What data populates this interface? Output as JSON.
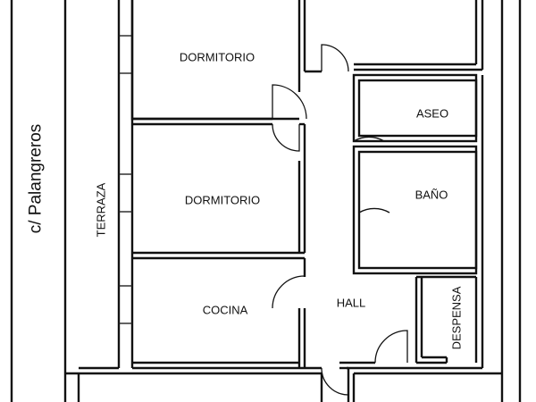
{
  "plan": {
    "street": "c/ Palangreros",
    "rooms": {
      "dormitorio_1": "DORMITORIO",
      "dormitorio_2": "DORMITORIO",
      "cocina": "COCINA",
      "terraza": "TERRAZA",
      "aseo": "ASEO",
      "bano": "BAÑO",
      "hall": "HALL",
      "despensa": "DESPENSA"
    }
  }
}
